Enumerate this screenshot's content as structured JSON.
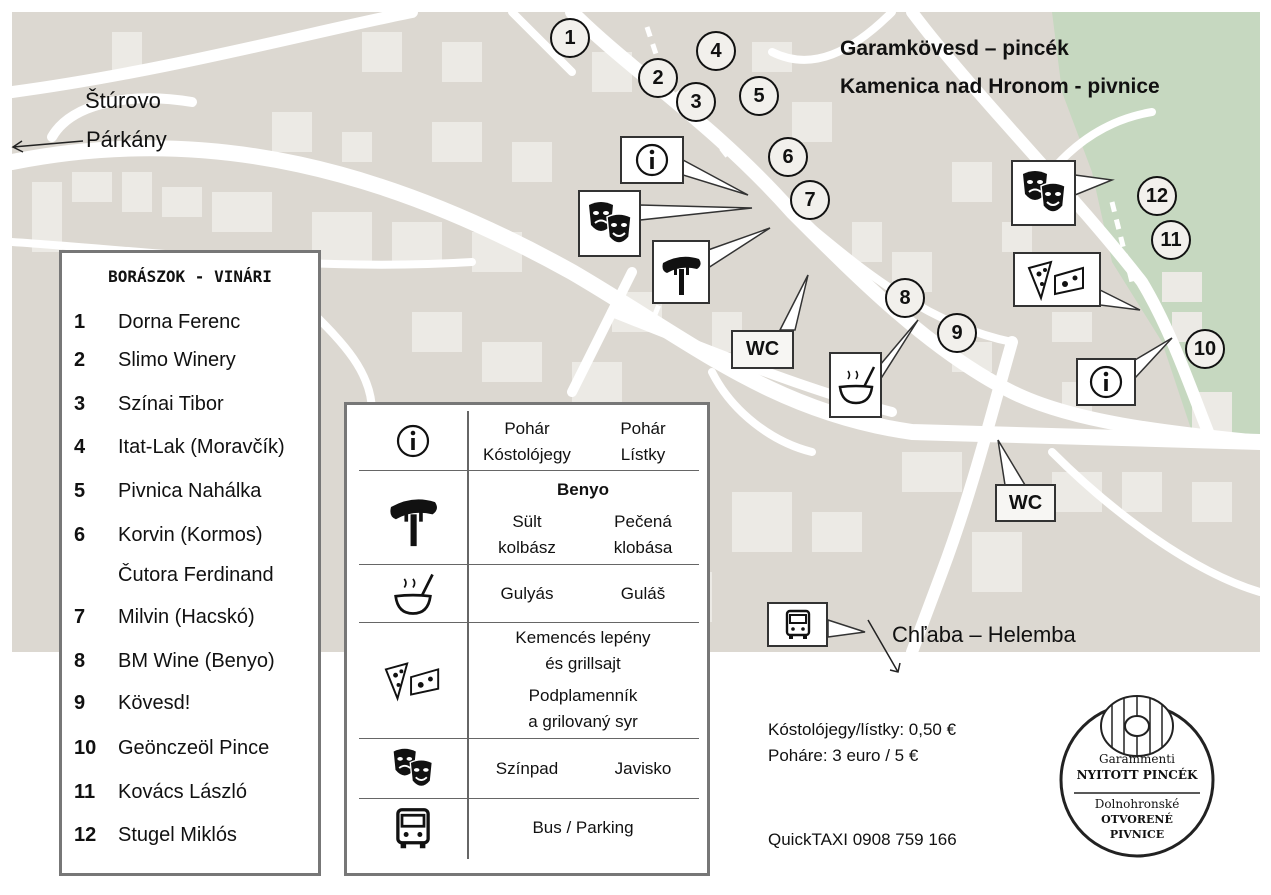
{
  "map": {
    "title_line1": "Garamkövesd – pincék",
    "title_line2": "Kamenica nad Hronom - pivnice",
    "west_label_1": "Štúrovo",
    "west_label_2": "Párkány",
    "east_label": "Chľaba – Helemba",
    "wc_label_1": "WC",
    "wc_label_2": "WC",
    "markers": [
      "1",
      "2",
      "3",
      "4",
      "5",
      "6",
      "7",
      "8",
      "9",
      "10",
      "11",
      "12"
    ],
    "icons": [
      "info-icon",
      "theater-masks-icon",
      "sausage-icon",
      "soup-icon",
      "pizza-cheese-icon",
      "bus-icon"
    ],
    "colors": {
      "map_bg": "#dcd8d1",
      "road": "#ffffff",
      "building": "#eeece8",
      "park": "#c6d8c0"
    }
  },
  "legend": {
    "title": "BORÁSZOK - VINÁRI",
    "items": [
      {
        "num": "1",
        "name": "Dorna Ferenc"
      },
      {
        "num": "2",
        "name": "Slimo Winery"
      },
      {
        "num": "3",
        "name": "Színai Tibor"
      },
      {
        "num": "4",
        "name": "Itat-Lak (Moravčík)"
      },
      {
        "num": "5",
        "name": "Pivnica Nahálka"
      },
      {
        "num": "6",
        "name": "Korvin (Kormos)"
      },
      {
        "num": "",
        "name": "Čutora Ferdinand"
      },
      {
        "num": "7",
        "name": "Milvin (Hacskó)"
      },
      {
        "num": "8",
        "name": "BM Wine (Benyo)"
      },
      {
        "num": "9",
        "name": "Kövesd!"
      },
      {
        "num": "10",
        "name": "Geönczeöl Pince"
      },
      {
        "num": "11",
        "name": "Kovács László"
      },
      {
        "num": "12",
        "name": "Stugel Miklós"
      }
    ]
  },
  "services": {
    "info": {
      "icon": "info-icon",
      "left": "Pohár\nKóstolójegy",
      "right": "Pohár\nLístky"
    },
    "sausage": {
      "icon": "sausage-icon",
      "heading": "Benyo",
      "left": "Sült\nkolbász",
      "right": "Pečená\nklobása"
    },
    "soup": {
      "icon": "soup-icon",
      "left": "Gulyás",
      "right": "Guláš"
    },
    "pizza": {
      "icon": "pizza-cheese-icon",
      "line1": "Kemencés lepény\nés grillsajt",
      "line2": "Podplamenník\na grilovaný syr"
    },
    "theater": {
      "icon": "theater-masks-icon",
      "left": "Színpad",
      "right": "Javisko"
    },
    "bus": {
      "icon": "bus-icon",
      "center": "Bus / Parking"
    }
  },
  "info": {
    "price_line1": "Kóstolójegy/lístky: 0,50 €",
    "price_line2": "Poháre: 3 euro / 5 €",
    "taxi": "QuickTAXI 0908 759 166"
  },
  "logo": {
    "line1": "Garammenti",
    "line2": "NYITOTT PINCÉK",
    "line3": "Dolnohronské",
    "line4": "OTVORENÉ",
    "line5": "PIVNICE"
  }
}
